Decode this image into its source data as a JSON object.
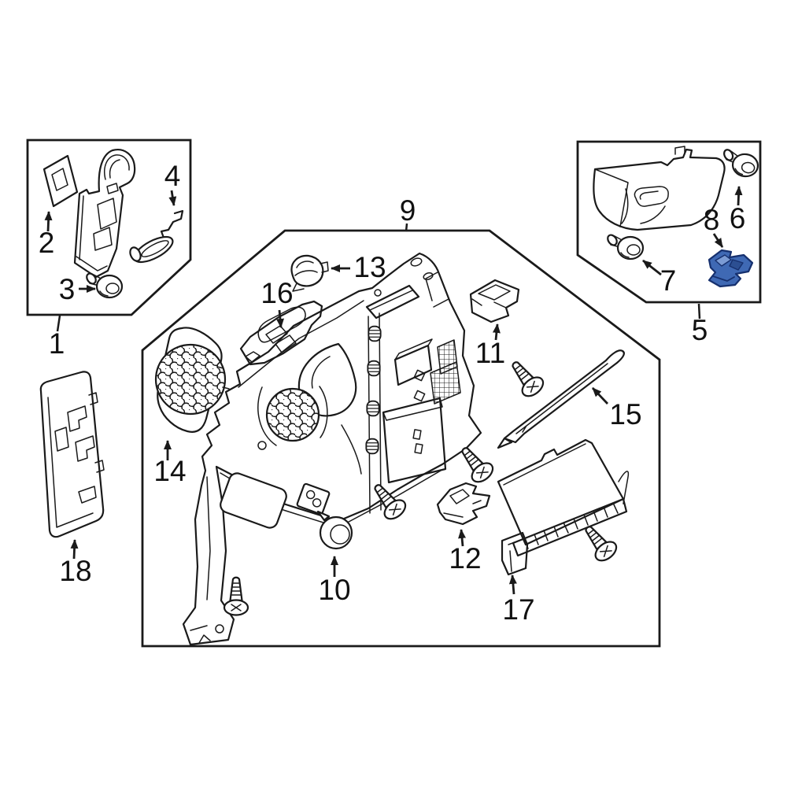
{
  "figure": {
    "background": "#ffffff",
    "ink": "#1a1a1a",
    "highlight": {
      "part": "8",
      "fill": "#3f69b4",
      "stroke": "#16306e"
    },
    "callouts": {
      "c1": "1",
      "c2": "2",
      "c3": "3",
      "c4": "4",
      "c5": "5",
      "c6": "6",
      "c7": "7",
      "c8": "8",
      "c9": "9",
      "c10": "10",
      "c11": "11",
      "c12": "12",
      "c13": "13",
      "c14": "14",
      "c15": "15",
      "c16": "16",
      "c17": "17",
      "c18": "18"
    }
  }
}
